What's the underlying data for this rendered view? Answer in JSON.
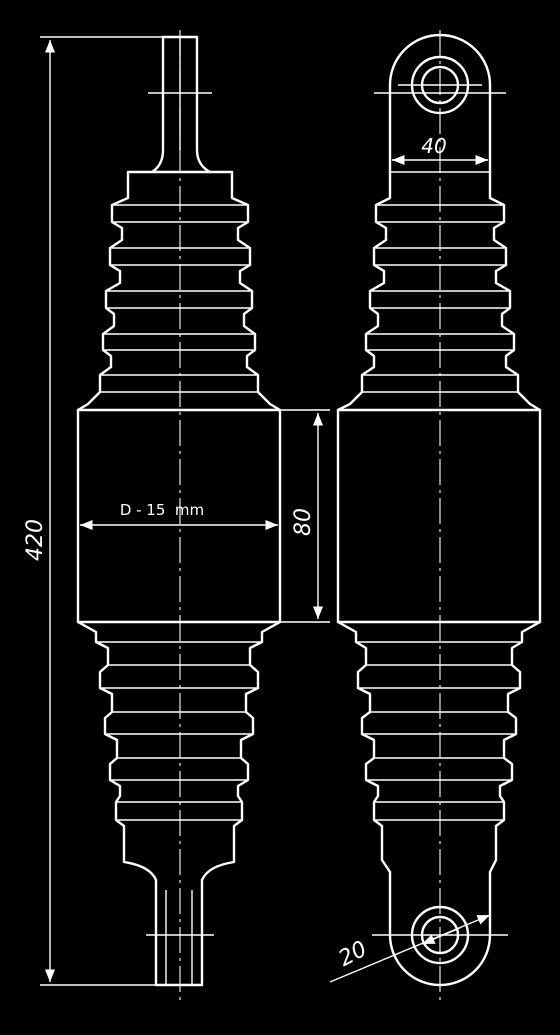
{
  "drawing": {
    "dim_overall_length": "420",
    "dim_body_diameter": "D - 15  mm",
    "dim_body_height": "80",
    "dim_eye_width": "40",
    "dim_eye_hole": "20"
  },
  "colors": {
    "background": "#000000",
    "line": "#ffffff"
  }
}
